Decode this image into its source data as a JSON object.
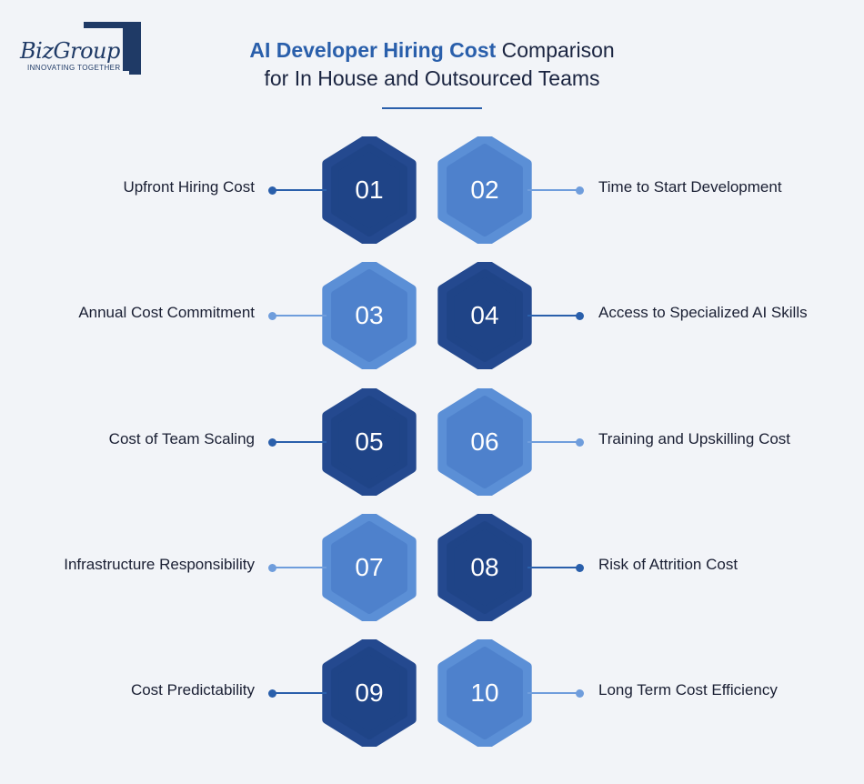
{
  "logo": {
    "wordmark": "BizGroup",
    "tagline": "INNOVATING TOGETHER"
  },
  "title": {
    "highlight": "AI Developer Hiring Cost",
    "rest_line1": " Comparison",
    "line2": "for In House and Outsourced Teams"
  },
  "colors": {
    "dark": "#24498f",
    "dark_inner": "#1f4487",
    "light": "#5b8fd6",
    "light_inner": "#4d80cb",
    "accent": "#2a5fab",
    "light_line": "#6f9ddc"
  },
  "items": [
    {
      "number": "01",
      "label": "Upfront Hiring Cost",
      "tone": "dark"
    },
    {
      "number": "02",
      "label": "Time to Start Development",
      "tone": "light"
    },
    {
      "number": "03",
      "label": "Annual Cost Commitment",
      "tone": "light"
    },
    {
      "number": "04",
      "label": "Access to Specialized AI Skills",
      "tone": "dark"
    },
    {
      "number": "05",
      "label": "Cost of Team Scaling",
      "tone": "dark"
    },
    {
      "number": "06",
      "label": "Training and Upskilling Cost",
      "tone": "light"
    },
    {
      "number": "07",
      "label": "Infrastructure Responsibility",
      "tone": "light"
    },
    {
      "number": "08",
      "label": "Risk of Attrition Cost",
      "tone": "dark"
    },
    {
      "number": "09",
      "label": "Cost Predictability",
      "tone": "dark"
    },
    {
      "number": "10",
      "label": "Long Term Cost Efficiency",
      "tone": "light"
    }
  ]
}
